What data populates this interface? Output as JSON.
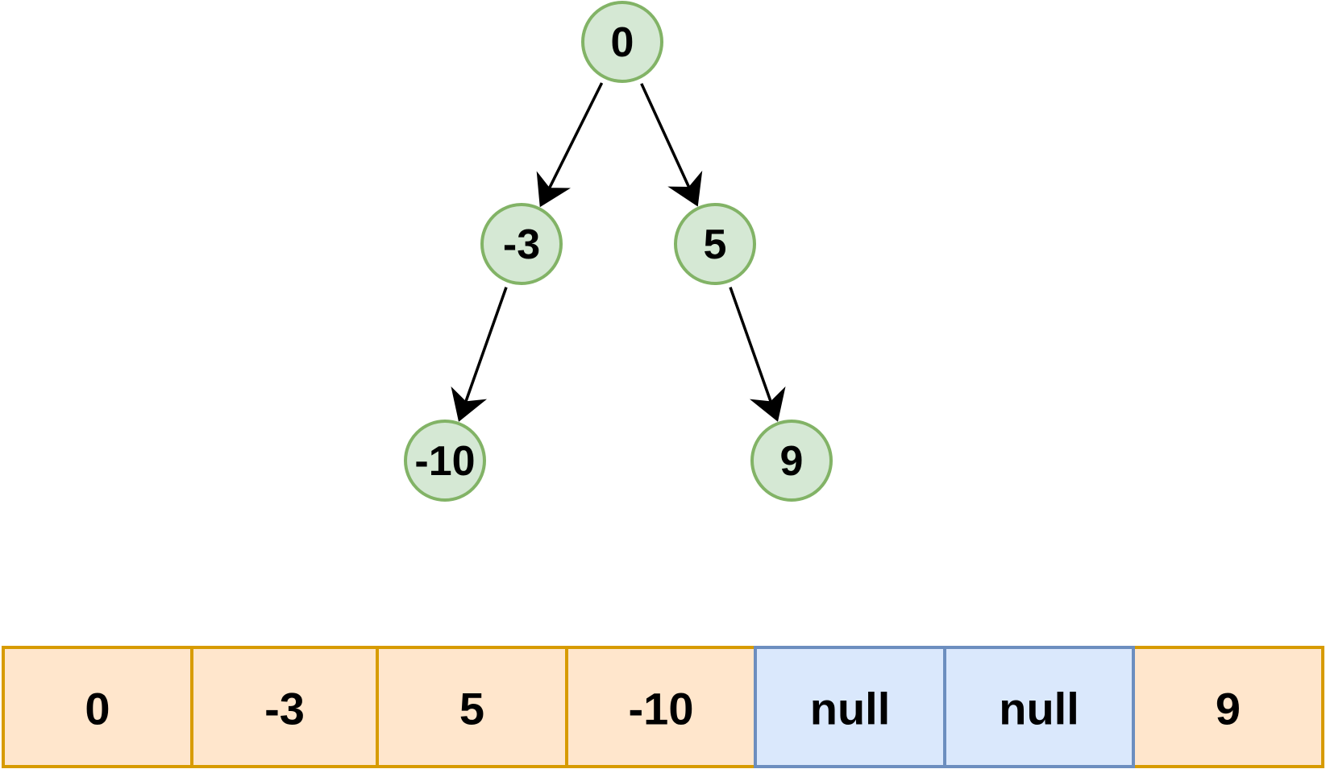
{
  "tree": {
    "nodes": [
      {
        "id": "n0",
        "label": "0"
      },
      {
        "id": "n1",
        "label": "-3"
      },
      {
        "id": "n2",
        "label": "5"
      },
      {
        "id": "n3",
        "label": "-10"
      },
      {
        "id": "n4",
        "label": "9"
      }
    ],
    "edges": [
      {
        "from": "n0",
        "to": "n1"
      },
      {
        "from": "n0",
        "to": "n2"
      },
      {
        "from": "n1",
        "to": "n3"
      },
      {
        "from": "n2",
        "to": "n4"
      }
    ],
    "colors": {
      "fill": "#d5e8d4",
      "stroke": "#82b366"
    }
  },
  "array": {
    "cells": [
      {
        "label": "0",
        "kind": "value"
      },
      {
        "label": "-3",
        "kind": "value"
      },
      {
        "label": "5",
        "kind": "value"
      },
      {
        "label": "-10",
        "kind": "value"
      },
      {
        "label": "null",
        "kind": "null"
      },
      {
        "label": "null",
        "kind": "null"
      },
      {
        "label": "9",
        "kind": "value"
      }
    ],
    "colors": {
      "value": {
        "fill": "#ffe6cc",
        "stroke": "#d79b00"
      },
      "null": {
        "fill": "#dae8fc",
        "stroke": "#6c8ebf"
      }
    }
  }
}
